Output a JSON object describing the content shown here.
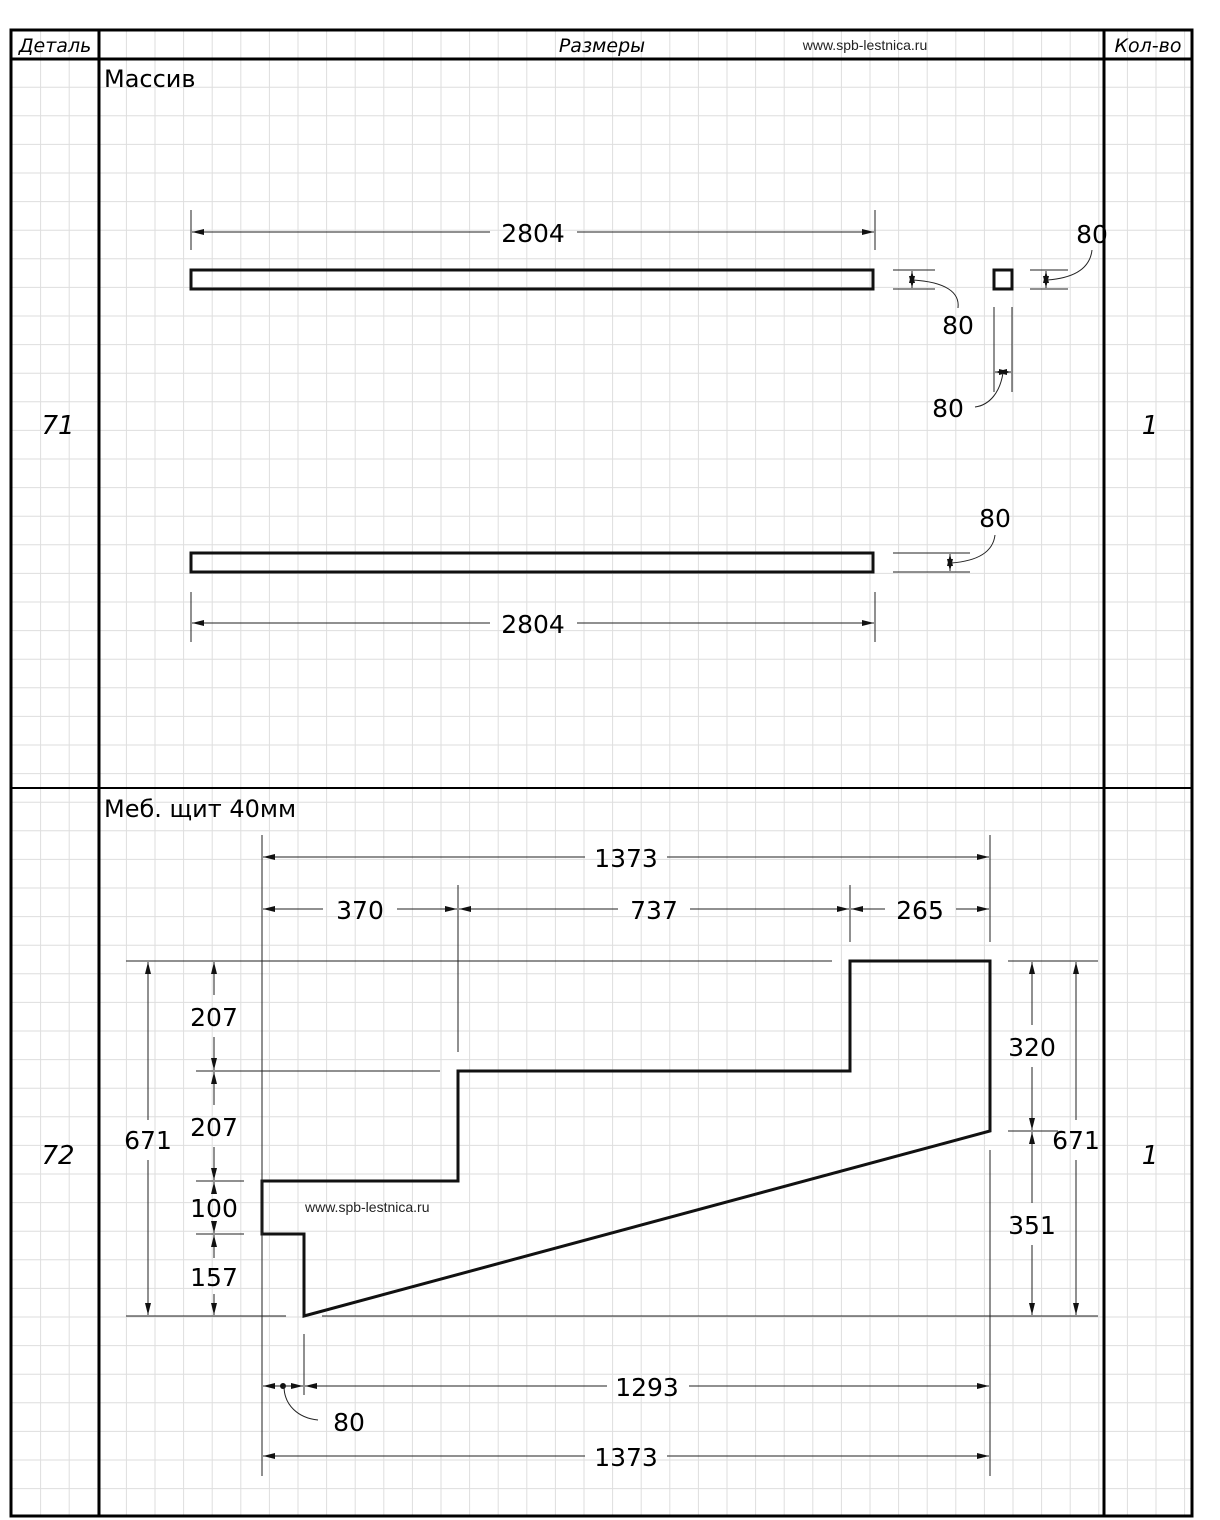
{
  "header": {
    "col_part": "Деталь",
    "col_dims": "Размеры",
    "website": "www.spb-lestnica.ru",
    "col_qty": "Кол-во"
  },
  "parts": [
    {
      "number": "71",
      "material": "Массив",
      "quantity": "1",
      "dims": {
        "top_length": "2804",
        "side_height": "80",
        "section_height": "80",
        "section_width": "80",
        "bottom_height": "80",
        "bottom_length": "2804"
      }
    },
    {
      "number": "72",
      "material": "Меб. щит 40мм",
      "quantity": "1",
      "website": "www.spb-lestnica.ru",
      "dims": {
        "top_total": "1373",
        "step_a": "370",
        "step_b": "737",
        "step_c": "265",
        "left_total": "671",
        "rise_1": "207",
        "rise_2": "207",
        "rise_3": "100",
        "rise_4": "157",
        "right_upper": "320",
        "right_total": "671",
        "right_lower": "351",
        "offset": "80",
        "bottom_run": "1293",
        "bottom_total": "1373"
      }
    }
  ]
}
